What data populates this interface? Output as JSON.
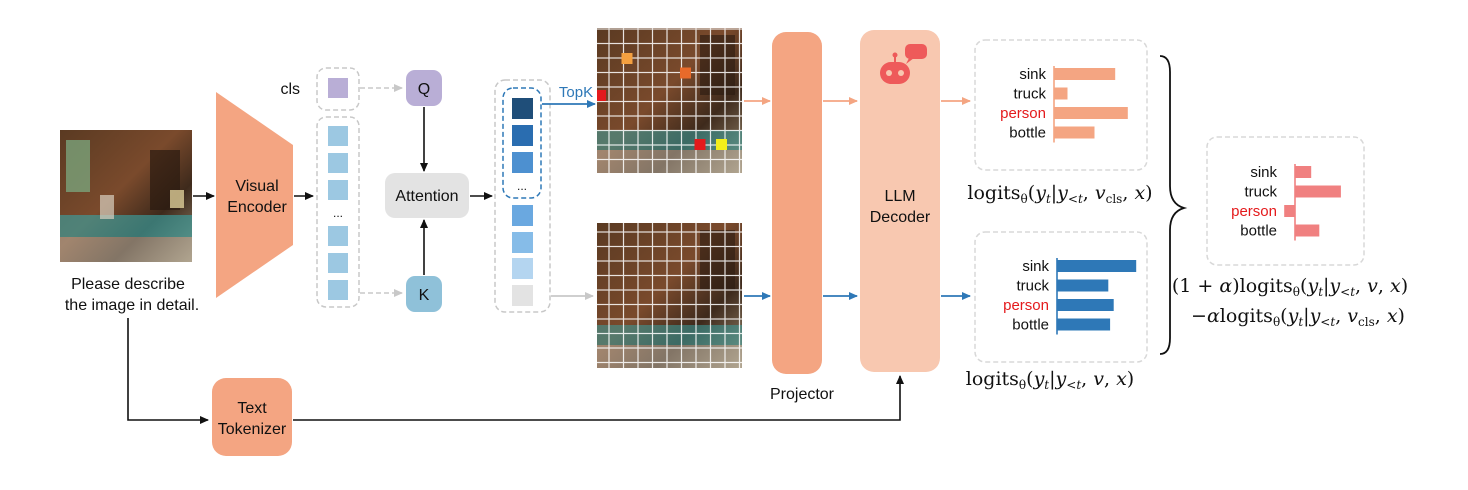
{
  "caption_lines": [
    "Please describe",
    "the image in detail."
  ],
  "visual_encoder_label": [
    "Visual",
    "Encoder"
  ],
  "cls_label": "cls",
  "patch_ellipsis": "...",
  "q_label": "Q",
  "k_label": "K",
  "attention_label": "Attention",
  "topk_label": "TopK",
  "sorted_ellipsis": "...",
  "projector_label": "Projector",
  "llm_decoder_label": [
    "LLM",
    "Decoder"
  ],
  "text_tokenizer_label": [
    "Text",
    "Tokenizer"
  ],
  "colors": {
    "orange": "#F4A582",
    "salmon_light": "#F8C8B0",
    "blue_dark": "#1F5A8C",
    "blue_mid": "#2E7BC0",
    "blue_light": "#8FC1E3",
    "purple": "#B9AED6",
    "topk_blue": "#2E78B7",
    "red": "#E41A1C",
    "pink_bar": "#F08080"
  },
  "bar_chart_top": {
    "categories": [
      "sink",
      "truck",
      "person",
      "bottle"
    ],
    "highlight": "person",
    "values": [
      0.68,
      0.15,
      0.82,
      0.45
    ],
    "color": "#F4A582",
    "formula": "logits_θ(y_t | y_<t, v_cls, x)"
  },
  "bar_chart_bottom": {
    "categories": [
      "sink",
      "truck",
      "person",
      "bottle"
    ],
    "highlight": "person",
    "values": [
      0.88,
      0.57,
      0.63,
      0.59
    ],
    "color": "#2E78B7",
    "formula": "logits_θ(y_t | y_<t, v, x)"
  },
  "bar_chart_result": {
    "categories": [
      "sink",
      "truck",
      "person",
      "bottle"
    ],
    "highlight": "person",
    "values": [
      0.12,
      0.34,
      -0.08,
      0.18
    ],
    "color": "#F08080",
    "formula_lines": [
      "(1 + α)logits_θ(y_t | y_<t, v, x)",
      "−αlogits_θ(y_t | y_<t, v_cls, x)"
    ]
  }
}
